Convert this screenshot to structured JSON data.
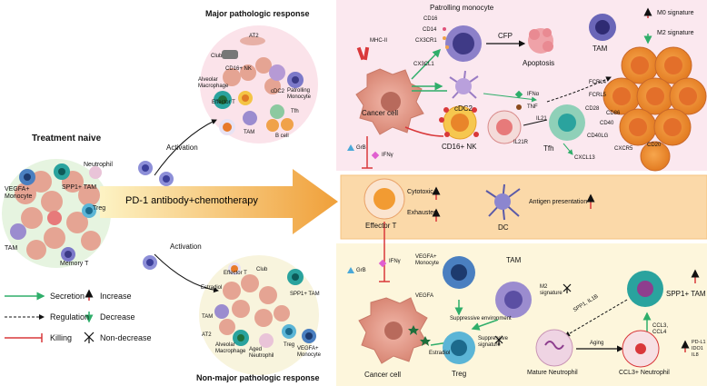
{
  "treatment_naive": {
    "title": "Treatment naive",
    "labels": {
      "neutrophil": "Neutrophil",
      "spp1_tam": "SPP1+ TAM",
      "vegfa_mono": "VEGFA+\nMonocyte",
      "treg": "Treg",
      "tam": "TAM",
      "memory_t": "Memory T"
    }
  },
  "center": {
    "activation_top": "Activation",
    "activation_bottom": "Activation",
    "banner": "PD-1 antibody+chemotherapy"
  },
  "major": {
    "title": "Major pathologic response",
    "labels": {
      "at2": "AT2",
      "club": "Club",
      "cd16_nk": "CD16+ NK",
      "alveolar": "Alveolar\nMacrophage",
      "cdc2": "cDC2",
      "patrolling": "Patrolling\nMonocyte",
      "effector_t": "Effector T",
      "tfh": "Tfh",
      "tam": "TAM",
      "b_cell": "B cell"
    }
  },
  "nonmajor": {
    "title": "Non-major pathologic response",
    "labels": {
      "effector_t": "Effector T",
      "club": "Club",
      "estradiol": "Estradiol",
      "spp1_tam": "SPP1+ TAM",
      "tam": "TAM",
      "at2": "AT2",
      "alveolar": "Alveolar\nMacrophage",
      "aged_neutrophil": "Aged\nNeutrophil",
      "treg": "Treg",
      "vegfa_mono": "VEGFA+\nMonocyte"
    }
  },
  "legend": {
    "secretion": "Secretion",
    "regulation": "Regulation",
    "killing": "Killing",
    "increase": "Increase",
    "decrease": "Decrease",
    "non_decrease": "Non-decrease"
  },
  "top_panel": {
    "mhc2": "MHC-II",
    "cd16": "CD16",
    "cd14": "CD14",
    "cx3cr1": "CX3CR1",
    "patrolling_monocyte": "Patrolling monocyte",
    "cfp": "CFP",
    "apoptosis": "Apoptosis",
    "tam": "TAM",
    "m0": "M0 signature",
    "m2": "M2 signature",
    "cx3cl1": "CX3CL1",
    "cdc2": "cDC2",
    "ifna": "IFNα",
    "tnf": "TNF",
    "cancer_cell": "Cancer cell",
    "cd16_nk": "CD16+ NK",
    "il21": "IL21",
    "il21r": "IL21R",
    "tfh": "Tfh",
    "cd28": "CD28",
    "cd40": "CD40",
    "cd40lg": "CD40LG",
    "cd86": "CD86",
    "fcrl4": "FCRL4",
    "fcrl5": "FCRL5",
    "cxcl13": "CXCL13",
    "cxcr5": "CXCR5",
    "cd20": "CD20",
    "grb": "GrB",
    "ifng": "IFNγ"
  },
  "middle_panel": {
    "cytotoxic": "Cytotoxic",
    "exhausted": "Exhausted",
    "effector_t": "Effector T",
    "dc": "DC",
    "antigen": "Antigen presentation"
  },
  "bottom_panel": {
    "grb": "GrB",
    "ifng": "IFNγ",
    "vegfa_mono": "VEGFA+\nMonocyte",
    "tam": "TAM",
    "m2": "M2\nsignature",
    "vegfa": "VEGFA",
    "suppressive_env": "Suppressive environment",
    "spp1_il1b": "SPP1, IL1B",
    "spp1_tam": "SPP1+ TAM",
    "cancer_cell": "Cancer cell",
    "estradiol": "Estradiol",
    "ccl3_ccl4": "CCL3,\nCCL4",
    "suppressive_sig": "Suppressive\nsignature",
    "treg": "Treg",
    "mature_neutrophil": "Mature Neutrophil",
    "aging": "Aging",
    "ccl3_neutrophil": "CCL3+ Neutrophil",
    "markers": "PD-L1\nIDO1\nIL8"
  },
  "colors": {
    "green": "#2fae6a",
    "red": "#d9383a",
    "pink_panel": "#fbe8ef",
    "yellow_panel": "#fdf6dc",
    "orange": "#f0a24a",
    "cancer": "#e7a394"
  }
}
